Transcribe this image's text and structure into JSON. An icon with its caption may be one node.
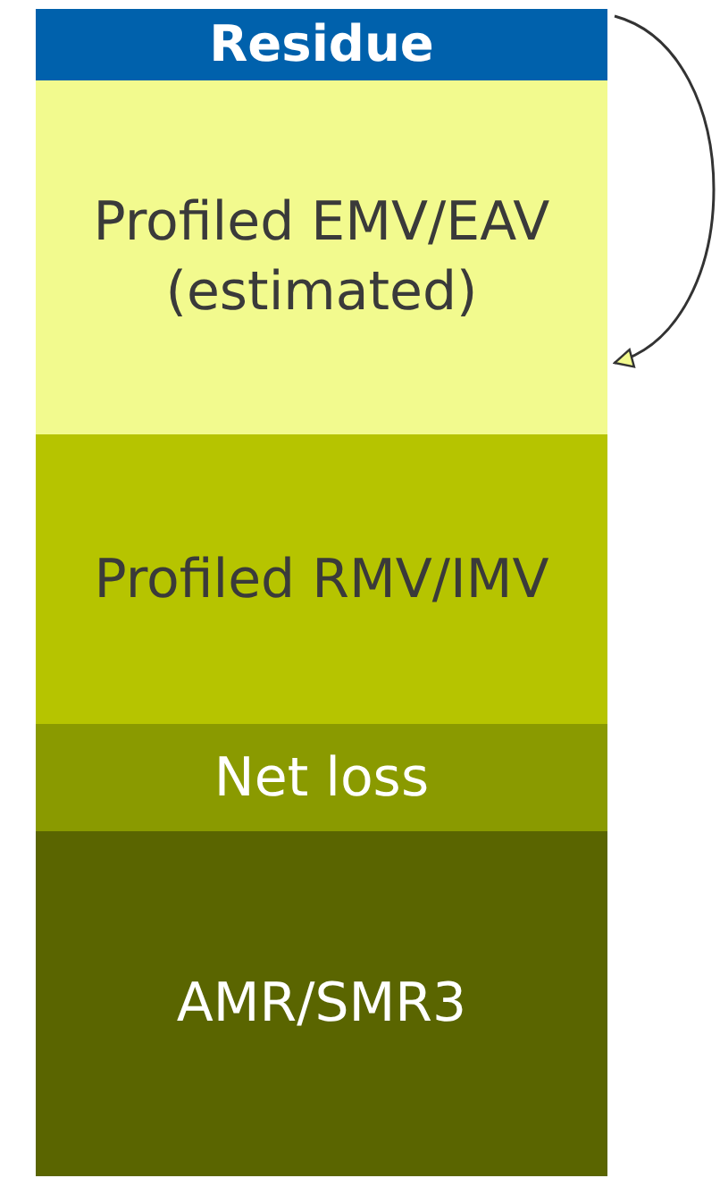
{
  "diagram": {
    "nodes": [
      {
        "text": [
          "Residue"
        ]
      },
      {
        "text": [
          "Profiled EMV/EAV (estimated)"
        ]
      },
      {
        "text": [
          "Profiled RMV/IMV"
        ]
      },
      {
        "text": [
          "Net loss"
        ]
      },
      {
        "text": [
          "AMR/SMR3"
        ]
      }
    ],
    "edges": [
      {
        "from": 0,
        "to": 1,
        "arrow": "to"
      }
    ]
  }
}
